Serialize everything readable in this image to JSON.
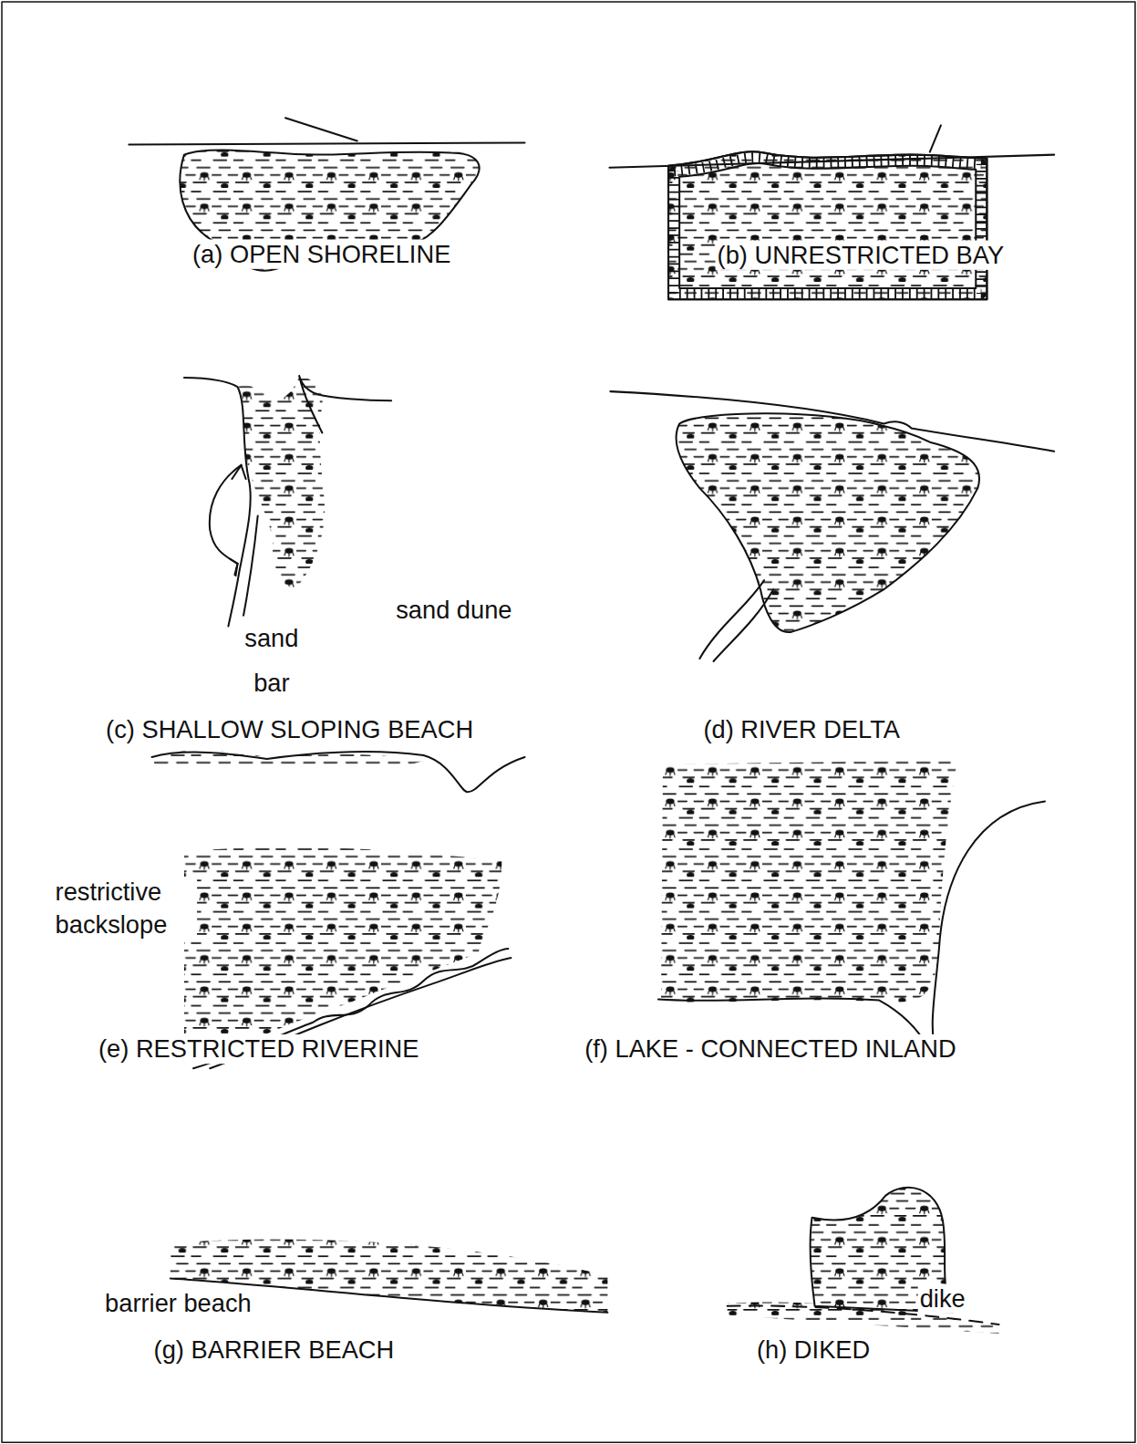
{
  "diagram": {
    "labels": [
      "(a) OPEN SHORELINE",
      "(b) UNRESTRICTED BAY",
      "sand bar",
      "sand dune",
      "(c) SHALLOW SLOPING BEACH",
      "(d) RIVER DELTA",
      "restrictive backslope",
      "(e) RESTRICTED RIVERINE",
      "(f) LAKE - CONNECTED INLAND",
      "barrier beach",
      "(g) BARRIER BEACH",
      "dike",
      "(h) DIKED"
    ]
  }
}
